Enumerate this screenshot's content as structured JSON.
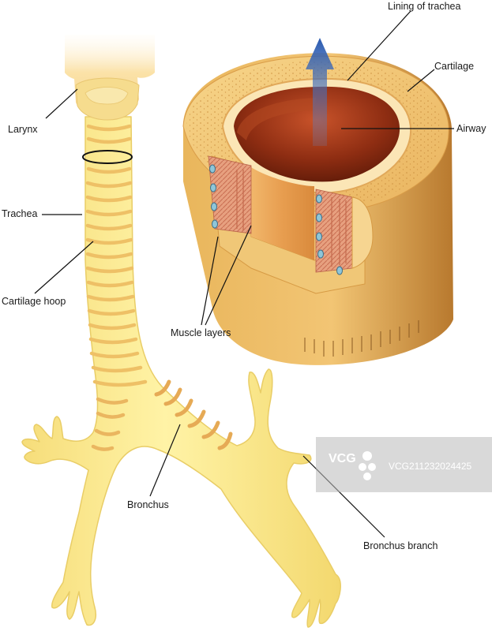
{
  "labels": {
    "lining": "Lining of trachea",
    "cartilage": "Cartilage",
    "airway": "Airway",
    "larynx": "Larynx",
    "trachea": "Trachea",
    "cartilage_hoop": "Cartilage hoop",
    "muscle_layers": "Muscle layers",
    "bronchus": "Bronchus",
    "bronchus_branch": "Bronchus branch"
  },
  "watermark": {
    "brand": "VCG",
    "id": "VCG211232024425"
  },
  "colors": {
    "airway_tube": "#fbeb8f",
    "tube_outline": "#e8cf6a",
    "cartilage_ring": "#e8a861",
    "cross_section": "#e8b35a",
    "lumen": "#8a2a12",
    "muscle": "#d98a6a",
    "arrow": "#2f5fae"
  }
}
